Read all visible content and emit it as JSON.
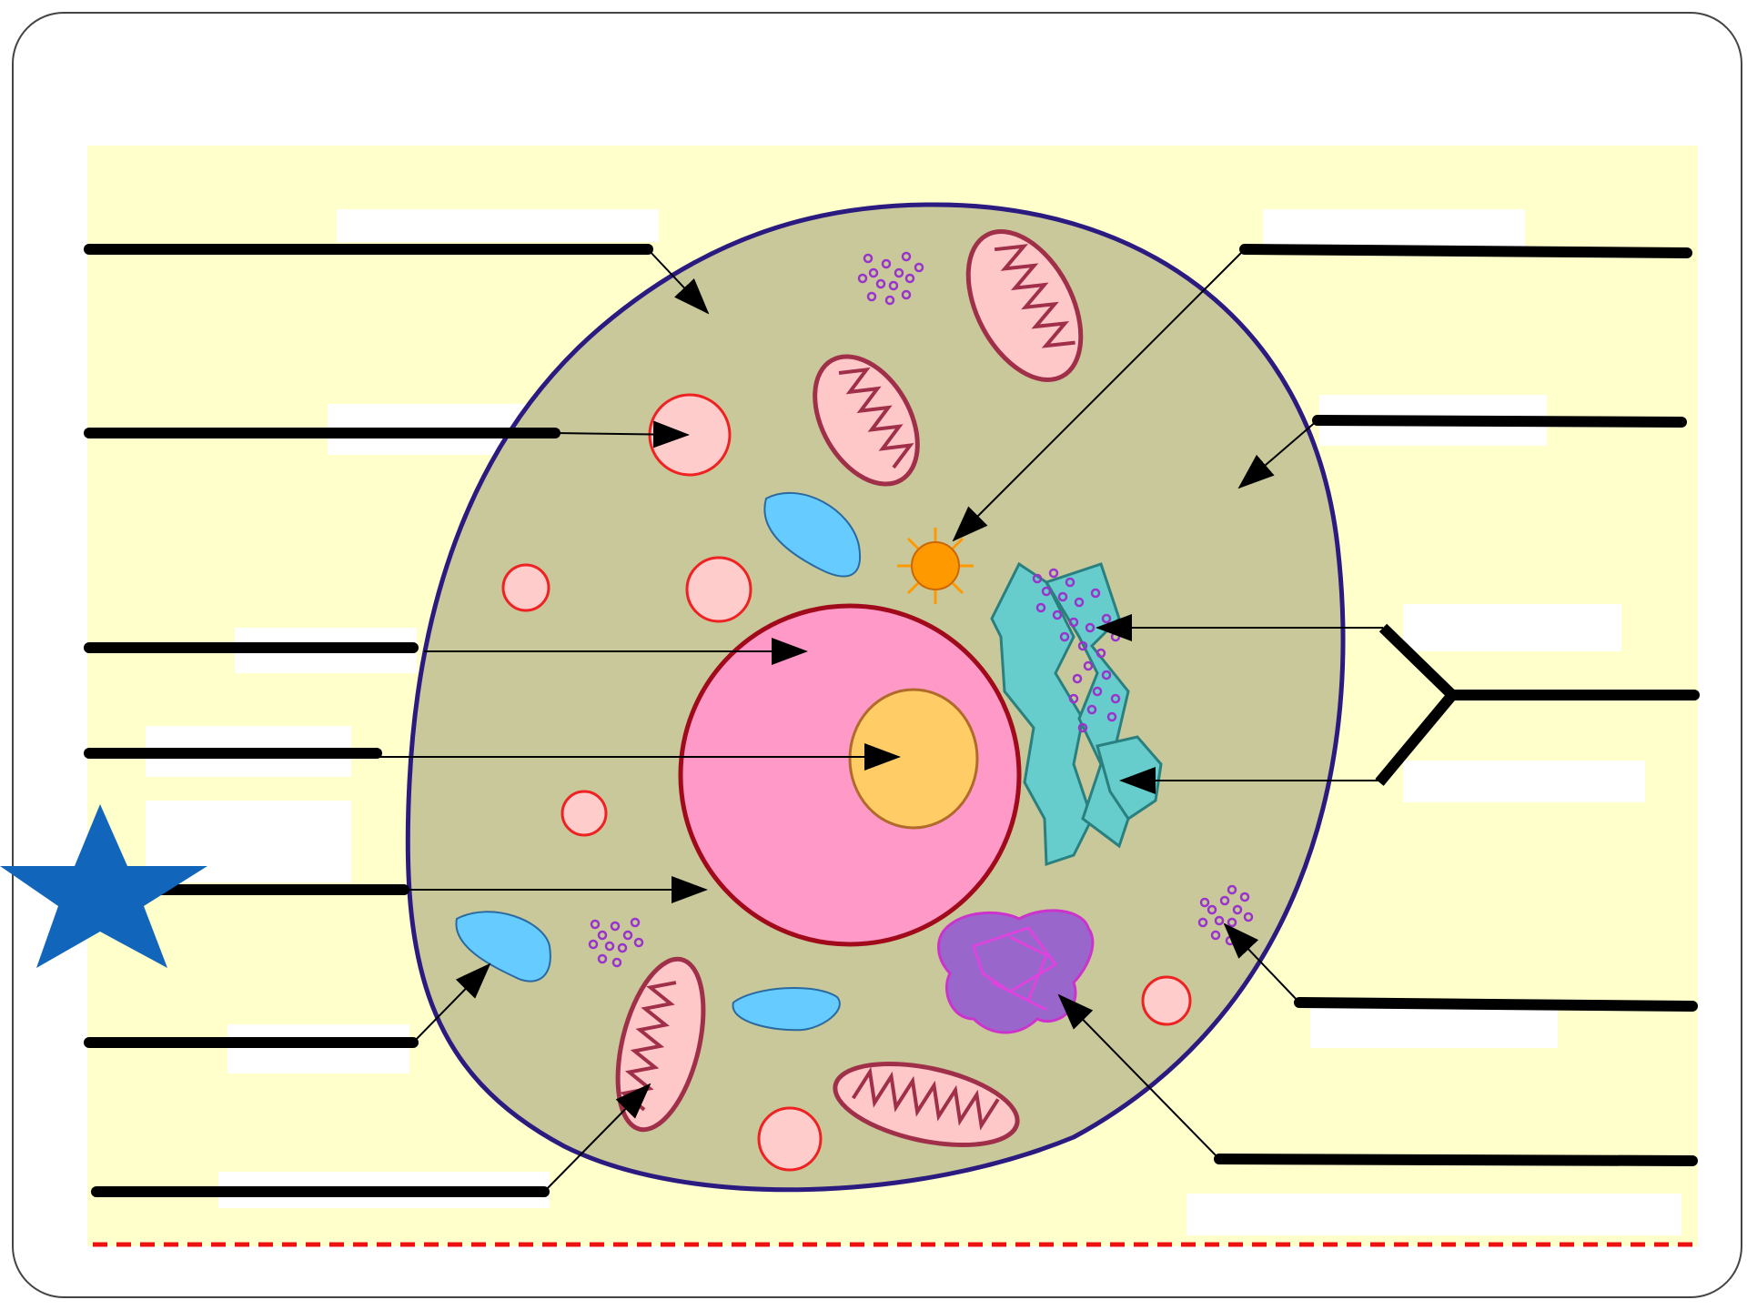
{
  "diagram": {
    "title": "",
    "labels": [
      {
        "id": "cell-membrane",
        "text": ""
      },
      {
        "id": "lysosome",
        "text": ""
      },
      {
        "id": "nucleus",
        "text": ""
      },
      {
        "id": "nucleolus",
        "text": ""
      },
      {
        "id": "nuclear-envelope",
        "text": ""
      },
      {
        "id": "vacuole",
        "text": ""
      },
      {
        "id": "mitochondrion",
        "text": ""
      },
      {
        "id": "centriole",
        "text": ""
      },
      {
        "id": "cytoplasm",
        "text": ""
      },
      {
        "id": "endoplasmic-reticulum",
        "text": ""
      },
      {
        "id": "ribosomes",
        "text": ""
      },
      {
        "id": "golgi-apparatus",
        "text": ""
      }
    ]
  },
  "colors": {
    "background_panel": "#ffffcc",
    "cytoplasm": "#c8c89a",
    "cell_membrane": "#2b1a80",
    "nucleus": "#ff99c8",
    "nuclear_envelope": "#a00a1a",
    "nucleolus": "#ffcc66",
    "mitochondrion": "#ffc8c8",
    "mitochondrion_outline": "#a0304a",
    "vacuole": "#66ccff",
    "lysosome": "#ffcccc",
    "lysosome_outline": "#ee2222",
    "rough_er": "#66cccc",
    "golgi": "#9966cc",
    "ribosome": "#9933cc",
    "centriole": "#ff9900",
    "star": "#1166bb",
    "dashed_line": "#ee1111"
  },
  "icons": {
    "star": "star-icon"
  }
}
